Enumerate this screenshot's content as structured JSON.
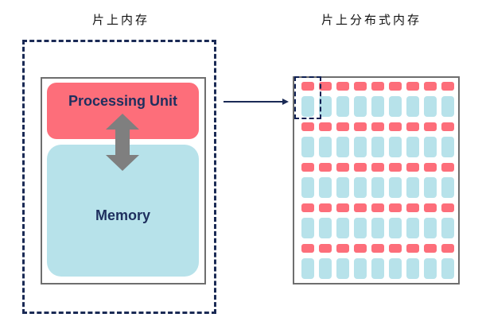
{
  "left_panel": {
    "title": "片上内存",
    "processing_unit_label": "Processing Unit",
    "memory_label": "Memory"
  },
  "right_panel": {
    "title": "片上分布式内存",
    "grid": {
      "rows": 5,
      "columns": 9
    }
  },
  "colors": {
    "processing_unit": "#fd6e7a",
    "memory": "#b7e2ea",
    "dashed_border": "#1a2a55",
    "arrow_gray": "#7f7f7f",
    "label_text": "#1e2f5e"
  }
}
